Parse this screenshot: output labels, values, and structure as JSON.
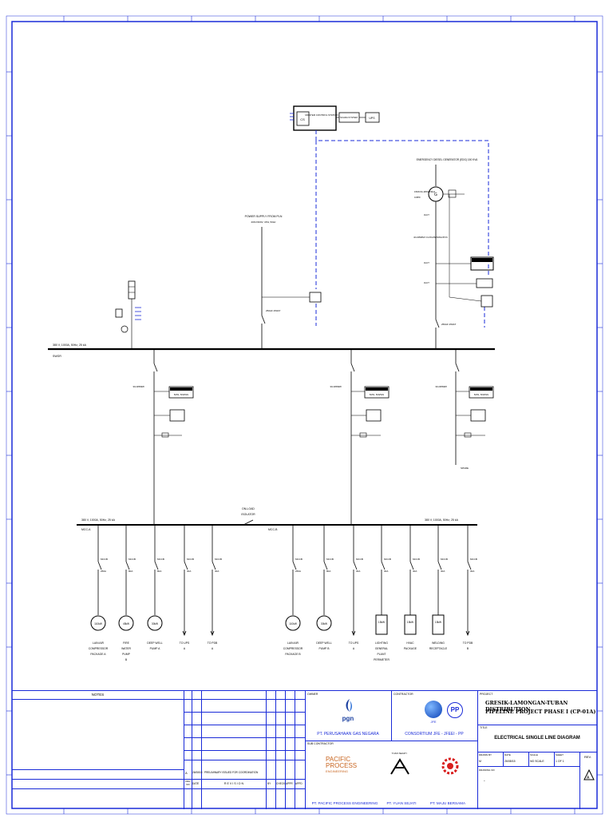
{
  "control": {
    "master_station": "MASTER CONTROL STATION",
    "cs": "CS",
    "scada": "SCADA SYSTEM",
    "ups": "UPS"
  },
  "emergency": {
    "title": "EMERGENCY DIESEL GENERATOR (EDG) 150 KVA",
    "gen_rating": "150KVA,380V,50Hz",
    "gen_pf": "0.8PF",
    "fuel": "FUEL TANK",
    "cable": "4Cx95MM² CU/XLPE/SWA/PVC",
    "breaker": "250AF 250AT"
  },
  "power_supply": {
    "title": "POWER SUPPLY FROM PLN",
    "subtitle": "20KV/400V, 3PH, 50Hz"
  },
  "swgr": {
    "rating": "380 V, 1000A, 50Hz, 25 kA",
    "name": "SWGR"
  },
  "feeders": [
    {
      "label": "3Cx95MM²",
      "relay": "PROTECTION RELAY",
      "relay_sub": "50/51, 50N/51N",
      "meter": "MULTIFUNCTION METER"
    },
    {
      "label": "3Cx95MM²",
      "relay": "PROTECTION RELAY",
      "relay_sub": "50/51, 50N/51N",
      "meter": "MULTIFUNCTION METER"
    },
    {
      "label": "3Cx95MM²",
      "relay": "PROTECTION RELAY",
      "relay_sub": "50/51, 50N/51N",
      "meter": "MULTIFUNCTION METER"
    }
  ],
  "mcc_a": {
    "rating": "380 V, 1000A, 50Hz, 25 kA",
    "name": "MCC-A"
  },
  "mcc_b": {
    "rating": "380 V, 1000A, 50Hz, 25 kA",
    "name": "MCC-B"
  },
  "isolator": {
    "l1": "ON-LOAD",
    "l2": "ISOLATOR"
  },
  "spare": "SPARE",
  "loads": [
    {
      "mccb": "MCCB",
      "amps": "250A",
      "type": "motor",
      "kw": "110kW",
      "l1": "LAIN AIR",
      "l2": "COMPRESSOR",
      "l3": "PACKAGE A"
    },
    {
      "mccb": "MCCB",
      "amps": "80A",
      "type": "motor",
      "kw": "45kW",
      "l1": "FIRE",
      "l2": "WATER",
      "l3": "PUMP",
      "l4": "B"
    },
    {
      "mccb": "MCCB",
      "amps": "80A",
      "type": "motor",
      "kw": "30kW",
      "l1": "DEEP WELL",
      "l2": "PUMP A"
    },
    {
      "mccb": "MCCB",
      "amps": "30A",
      "type": "feed",
      "l1": "TO UPS",
      "l2": "A"
    },
    {
      "mccb": "MCCB",
      "amps": "30A",
      "type": "feed",
      "l1": "TO PDB",
      "l2": "A"
    },
    {
      "mccb": "MCCB",
      "amps": "250A",
      "type": "motor",
      "kw": "110kW",
      "l1": "LAIN AIR",
      "l2": "COMPRESSOR",
      "l3": "PACKAGE B"
    },
    {
      "mccb": "MCCB",
      "amps": "80A",
      "type": "motor",
      "kw": "30kW",
      "l1": "DEEP WELL",
      "l2": "PUMP B"
    },
    {
      "mccb": "MCCB",
      "amps": "30A",
      "type": "feed",
      "l1": "TO UPS",
      "l2": "A"
    },
    {
      "mccb": "MCCB",
      "amps": "30A",
      "type": "box",
      "kw": "15kW",
      "l1": "LIGHTING",
      "l2": "GENERAL",
      "l3": "PLANT",
      "l4": "PERIMETER"
    },
    {
      "mccb": "MCCB",
      "amps": "30A",
      "type": "box",
      "kw": "15kW",
      "l1": "HVAC",
      "l2": "PACKAGE"
    },
    {
      "mccb": "MCCB",
      "amps": "30A",
      "type": "box",
      "kw": "15kW",
      "l1": "WELDING",
      "l2": "RECEPTACLE"
    },
    {
      "mccb": "MCCB",
      "amps": "30A",
      "type": "feed",
      "l1": "TO PDB",
      "l2": "B"
    }
  ],
  "titleblock": {
    "notes": "NOTES",
    "owner_label": "OWNER",
    "owner_name": "PT. PERUSAHAAN GAS NEGARA",
    "contractor_label": "CONTRACTOR",
    "contractor_name": "CONSORTIUM JFE - JFEEI - PP",
    "subcon_label": "SUB CONTRACTOR",
    "sub1": "PT. PACIFIC PROCESS ENGINEERING",
    "sub2": "PT. YUAN SEJATI",
    "sub3": "PT. MAJU BERSAMA",
    "project_label": "PROJECT",
    "project_l1": "GRESIK-LAMONGAN-TUBAN DISTRIBUTION",
    "project_l2": "PIPELINE PROJECT PHASE I (CP-01A)",
    "title_label": "TITLE",
    "title": "ELECTRICAL SINGLE LINE DIAGRAM",
    "pgn": "pgn",
    "jfe": "JFE",
    "pp": "PP",
    "pacific_l1": "PACIFIC",
    "pacific_l2": "PROCESS",
    "pacific_l3": "ENGINEERING",
    "yuan": "YUAN SEJATI",
    "rev_a": "A",
    "rev_a_date": "26/08/15",
    "rev_a_desc": "PRELIMINARY ISSUED FOR COORDINATION",
    "rev_hdr_rev": "REV NO",
    "rev_hdr_date": "DATE",
    "rev_hdr_desc": "R E V I S I O N",
    "rev_hdr_by": "BY",
    "rev_hdr_chk": "CHECK",
    "rev_hdr_appr": "APPR",
    "rev_hdr_appd": "APPD",
    "drawn_label": "DRAWN BY",
    "date_label": "DATE",
    "scale_label": "SCALE",
    "sheet_label": "SHEET",
    "rev_label": "REV.",
    "drawing_no_label": "DRAWING NO",
    "drawn_val": "M",
    "date_val": "26/08/15",
    "scale_val": "NO SCALE",
    "sheet_val": "1 OF 1",
    "rev_val": "A",
    "dwg_val": "-"
  },
  "colors": {
    "border": "#1a2bd8",
    "line": "#000000",
    "dashed": "#1a2bd8"
  }
}
